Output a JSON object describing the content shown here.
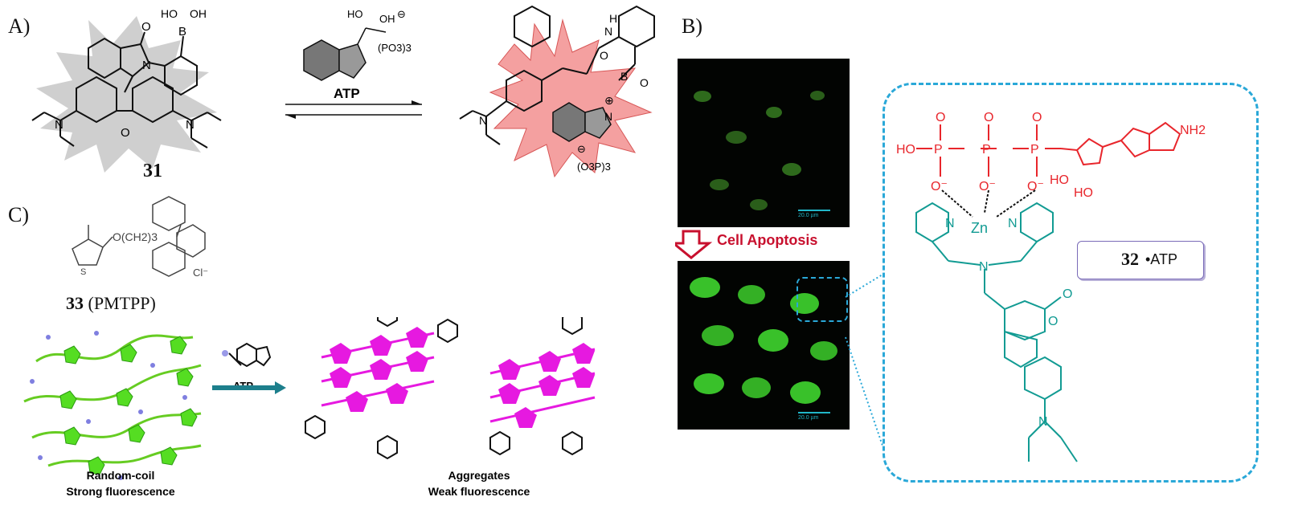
{
  "panels": {
    "a": {
      "label": "A)",
      "compound": "31",
      "reagent": "ATP",
      "labels": {
        "b": "B",
        "oh": "OH",
        "ho": "HO",
        "o": "O",
        "n": "N",
        "h": "H",
        "po3": "(PO3)3",
        "o3p": "(O3P)3",
        "minus": "⊖",
        "plus": "⊕"
      }
    },
    "b": {
      "label": "B)",
      "arrow_text": "Cell Apoptosis",
      "scale_bar": "20.0 µm",
      "complex_number": "32",
      "complex_suffix": "•ATP",
      "labels": {
        "zn": "Zn",
        "n": "N",
        "nh2": "NH2",
        "o": "O",
        "ho": "HO",
        "ominus": "O⁻",
        "p": "P"
      }
    },
    "c": {
      "label": "C)",
      "compound_number": "33",
      "compound_name": "(PMTPP)",
      "side_chain": "O(CH2)3",
      "counter_ion": "Cl⁻",
      "reagent": "ATP",
      "left_caption": [
        "Random-coil",
        "Strong fluorescence"
      ],
      "right_caption": [
        "Aggregates",
        "Weak fluorescence"
      ]
    }
  },
  "colors": {
    "pink_burst": "#f28f8f",
    "gray_burst": "#c8c8c8",
    "red": "#e8262c",
    "teal": "#129b93",
    "green": "#55dd22",
    "magenta": "#e619e0",
    "cyan": "#2aa8d8",
    "arrow_teal": "#1d7f8c",
    "apoptosis_red": "#c8102e"
  }
}
